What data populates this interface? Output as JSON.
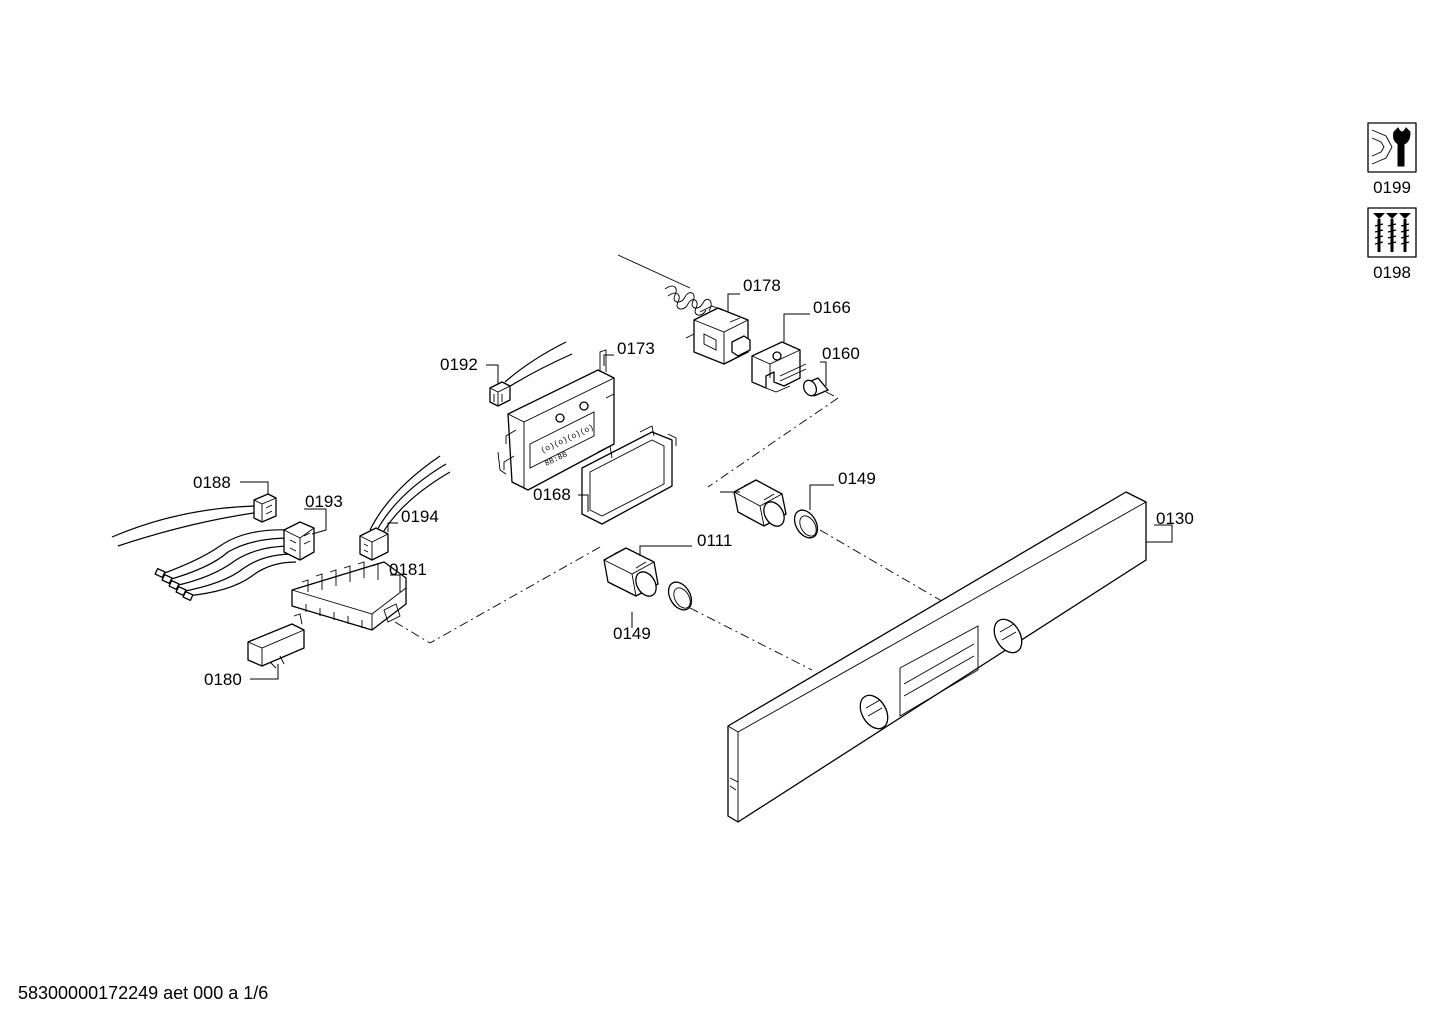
{
  "labels": {
    "p0199": "0199",
    "p0198": "0198",
    "p0178": "0178",
    "p0166": "0166",
    "p0160": "0160",
    "p0192": "0192",
    "p0173": "0173",
    "p0188": "0188",
    "p0193": "0193",
    "p0194": "0194",
    "p0168": "0168",
    "p0111": "0111",
    "p0149a": "0149",
    "p0149b": "0149",
    "p0130": "0130",
    "p0181": "0181",
    "p0180": "0180"
  },
  "footer": "58300000172249 aet 000 a 1/6",
  "icons": [
    "tool-wrench-icon",
    "screws-icon"
  ]
}
